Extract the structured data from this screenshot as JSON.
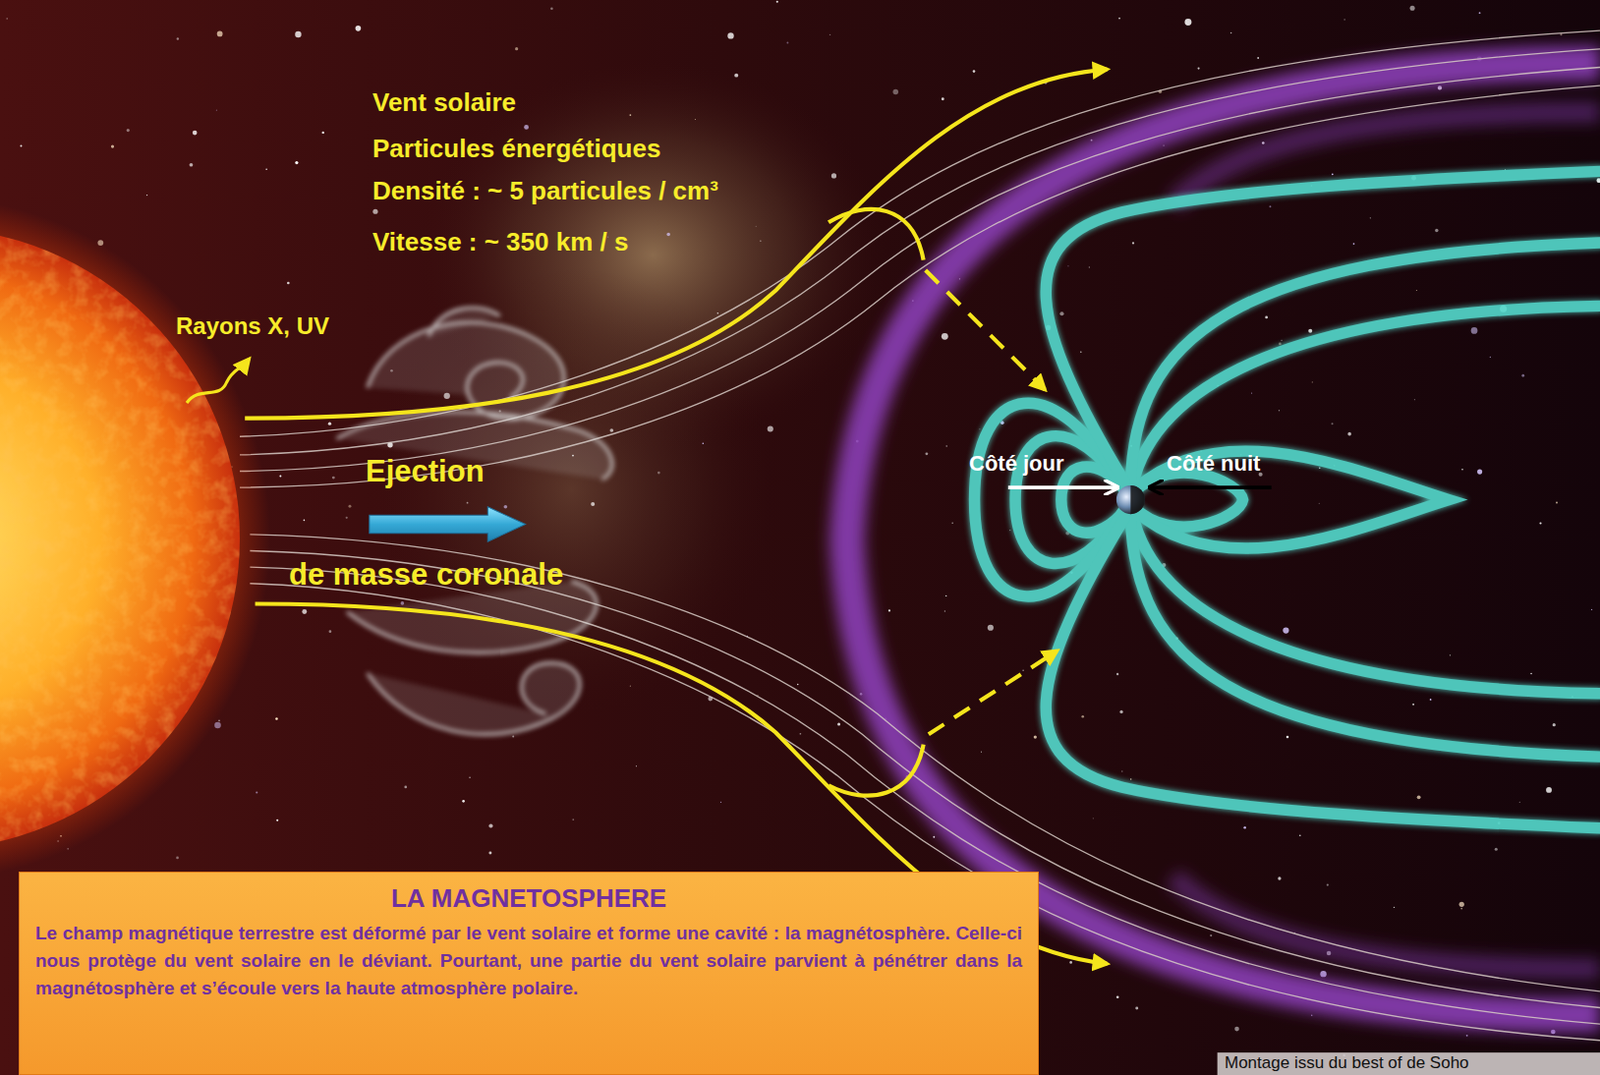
{
  "diagram": {
    "nodes": [
      {
        "text": [
          "LA MAGNETOSPHERE",
          "Le champ magnétique terrestre est déformé par le vent solaire et forme une cavité : la magnétosphère. Celle-ci nous protège du vent solaire en le déviant. Pourtant, une partie du vent solaire parvient à pénétrer dans la magnétosphère et s’écoule vers la haute atmosphère polaire."
        ]
      }
    ],
    "labels": [
      "Vent solaire",
      "Particules énergétiques",
      "Densité : ~ 5 particules / cm³",
      "Vitesse : ~ 350 km / s",
      "Rayons X, UV",
      "Ejection",
      "de masse coronale",
      "Côté jour",
      "Côté nuit",
      "Montage issu du best of de Soho"
    ]
  }
}
